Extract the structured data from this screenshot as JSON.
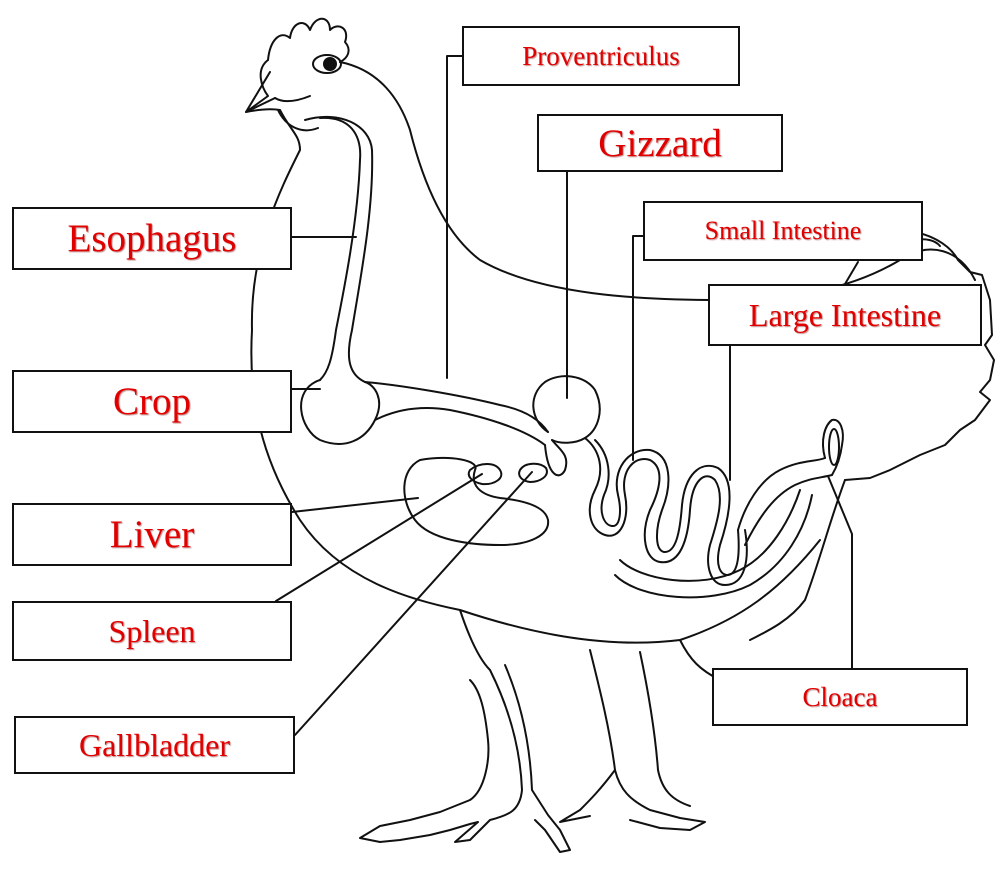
{
  "diagram": {
    "labels": {
      "proventriculus": "Proventriculus",
      "gizzard": "Gizzard",
      "small_intestine": "Small Intestine",
      "esophagus": "Esophagus",
      "large_intestine": "Large Intestine",
      "crop": "Crop",
      "liver": "Liver",
      "spleen": "Spleen",
      "gallbladder": "Gallbladder",
      "cloaca": "Cloaca"
    },
    "colors": {
      "label_text": "#e00000",
      "outline": "#111111",
      "background": "#ffffff"
    }
  }
}
